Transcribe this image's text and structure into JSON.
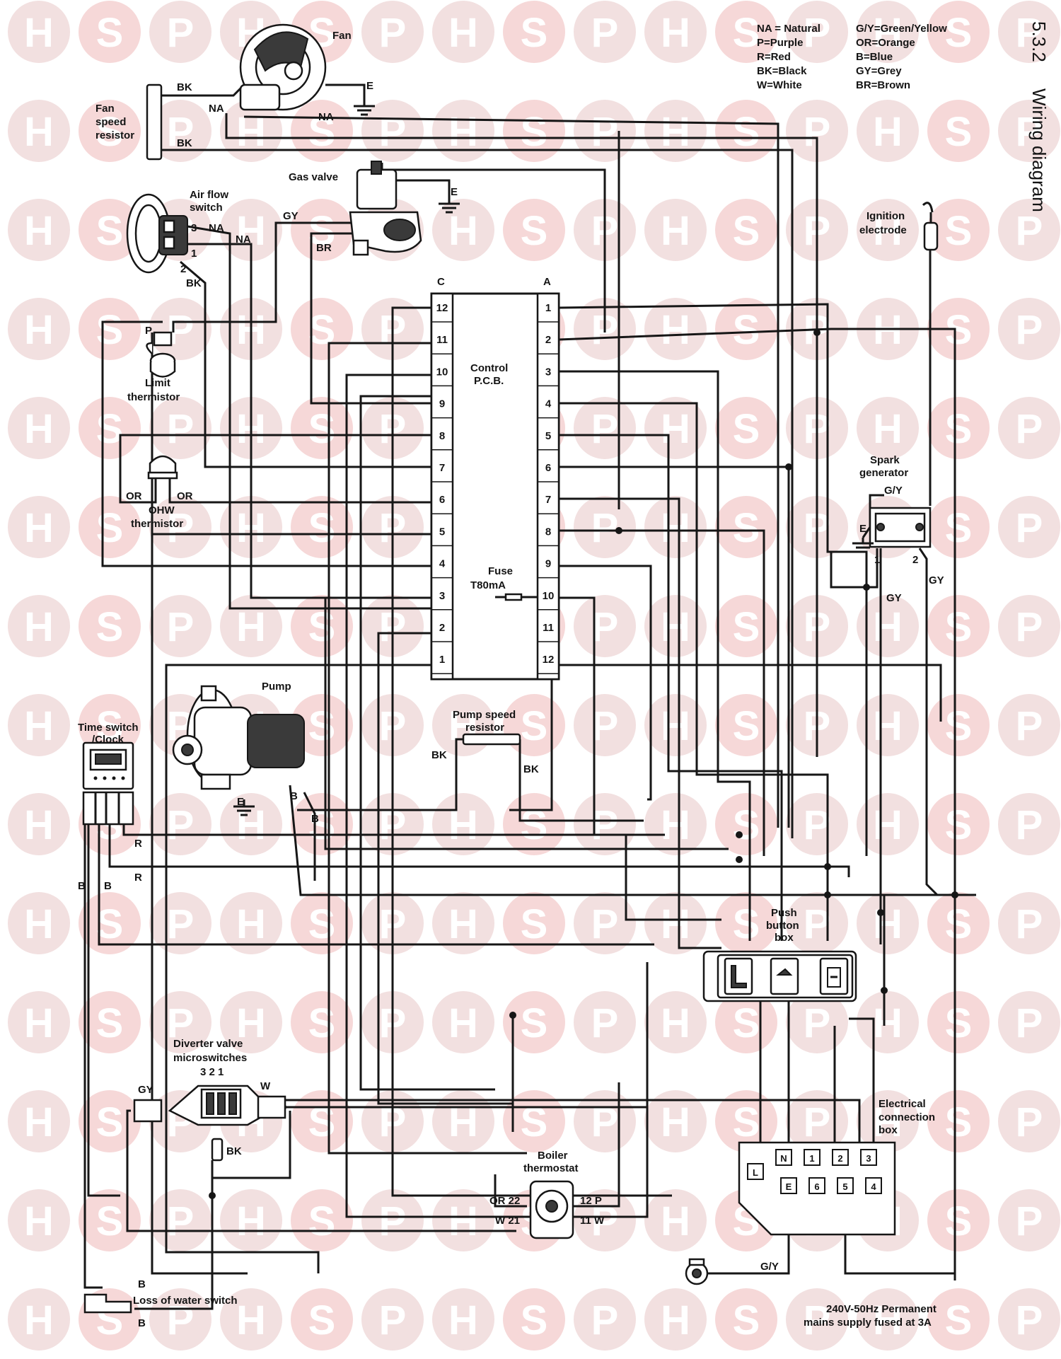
{
  "header": {
    "section_number": "5.3.2",
    "title": "Wiring diagram"
  },
  "legend": {
    "left": [
      "NA = Natural",
      "P=Purple",
      "R=Red",
      "BK=Black",
      "W=White"
    ],
    "right": [
      "G/Y=Green/Yellow",
      "OR=Orange",
      "B=Blue",
      "GY=Grey",
      "BR=Brown"
    ]
  },
  "watermark": {
    "letters": [
      "H",
      "S",
      "P"
    ]
  },
  "components": {
    "fan": "Fan",
    "fan_speed_resistor": [
      "Fan",
      "speed",
      "resistor"
    ],
    "air_flow_switch": [
      "Air flow",
      "switch"
    ],
    "gas_valve": "Gas valve",
    "limit_thermistor": [
      "Limit",
      "thermistor"
    ],
    "ohw_thermistor": [
      "OHW",
      "thermistor"
    ],
    "control_pcb": [
      "Control",
      "P.C.B."
    ],
    "fuse": [
      "Fuse",
      "T80mA"
    ],
    "ignition_electrode": [
      "Ignition",
      "electrode"
    ],
    "spark_generator": [
      "Spark",
      "generator"
    ],
    "pump": "Pump",
    "pump_speed_resistor": [
      "Pump speed",
      "resistor"
    ],
    "time_switch": [
      "Time switch",
      "/Clock"
    ],
    "push_button_box": [
      "Push",
      "button",
      "box"
    ],
    "diverter_valve": [
      "Diverter valve",
      "microswitches"
    ],
    "diverter_terminals": "3 2 1",
    "electrical_connection_box": [
      "Electrical",
      "connection",
      "box"
    ],
    "boiler_thermostat": [
      "Boiler",
      "thermostat"
    ],
    "loss_of_water_switch": "Loss of water switch",
    "mains_supply": [
      "240V-50Hz Permanent",
      "mains supply fused at 3A"
    ]
  },
  "pcb": {
    "column_c": "C",
    "column_a": "A",
    "c_pins": [
      "12",
      "11",
      "10",
      "9",
      "8",
      "7",
      "6",
      "5",
      "4",
      "3",
      "2",
      "1"
    ],
    "a_pins": [
      "1",
      "2",
      "3",
      "4",
      "5",
      "6",
      "7",
      "8",
      "9",
      "10",
      "11",
      "12"
    ]
  },
  "connection_box_terminals": {
    "top": [
      "L",
      "N",
      "1",
      "2",
      "3"
    ],
    "bottom": [
      "E",
      "6",
      "5",
      "4"
    ]
  },
  "wire_labels": {
    "fan_bk_top": "BK",
    "fan_bk_bottom": "BK",
    "fan_na_left": "NA",
    "fan_na_right": "NA",
    "fan_e": "E",
    "gas_e": "E",
    "afs_3": "3",
    "afs_1": "1",
    "afs_2": "2",
    "afs_na1": "NA",
    "afs_na2": "NA",
    "afs_bk": "BK",
    "gv_gy": "GY",
    "gv_br": "BR",
    "limit_p": "P",
    "ohw_or_left": "OR",
    "ohw_or_right": "OR",
    "spark_gy_top": "G/Y",
    "spark_e": "E",
    "spark_1": "1",
    "spark_2": "2",
    "spark_gy_right": "GY",
    "spark_gy_bottom": "GY",
    "psr_bk_left": "BK",
    "psr_bk_right": "BK",
    "pump_b1": "B",
    "pump_b2": "B",
    "pump_e": "E",
    "ts_r1": "R",
    "ts_r2": "R",
    "ts_b1": "B",
    "ts_b2": "B",
    "dv_gy": "GY",
    "dv_w": "W",
    "dv_bk": "BK",
    "bt_or22": "OR 22",
    "bt_w21": "W 21",
    "bt_12p": "12 P",
    "bt_11w": "11 W",
    "low_b1": "B",
    "low_b2": "B",
    "ground_gy": "G/Y"
  }
}
